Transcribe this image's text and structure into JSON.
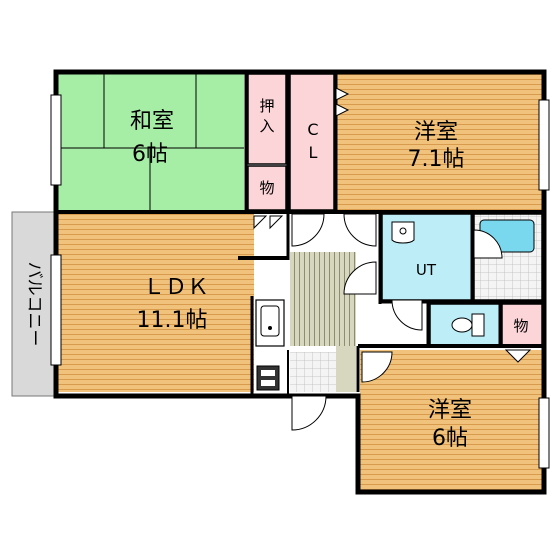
{
  "rooms": {
    "washitsu": {
      "name": "和室",
      "size": "6帖"
    },
    "yoshitsu1": {
      "name": "洋室",
      "size": "7.1帖"
    },
    "ldk": {
      "name": "ＬＤＫ",
      "size": "11.1帖"
    },
    "yoshitsu2": {
      "name": "洋室",
      "size": "6帖"
    }
  },
  "labels": {
    "oshiire_1": "押",
    "oshiire_2": "入",
    "storage_top": "物",
    "closet_1": "C",
    "closet_2": "L",
    "utility": "UT",
    "storage_bath": "物",
    "balcony": "バルコニー"
  },
  "colors": {
    "washitsu": "#a6eea6",
    "wood": "#f1c27c",
    "closet": "#fbd5d8",
    "wet": "#bdeef8",
    "corridor": "#d7d7c0",
    "balcony": "#d9d9d9",
    "wall": "#000000"
  }
}
